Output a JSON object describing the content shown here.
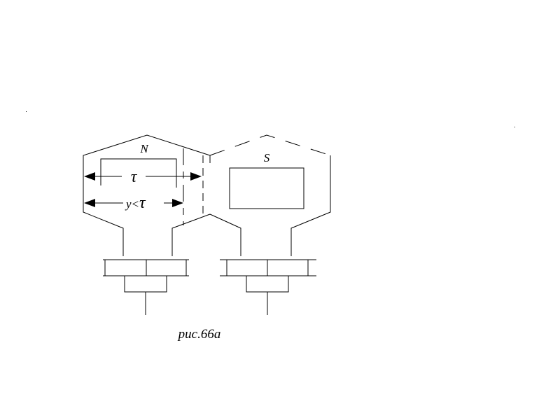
{
  "figure": {
    "pole_left_label": "N",
    "pole_right_label": "S",
    "pole_pitch_symbol": "τ",
    "coil_pitch_prefix": "y<",
    "coil_pitch_symbol": "τ",
    "caption": "рис.66а"
  },
  "colors": {
    "ink": "#000000",
    "background": "#ffffff"
  }
}
